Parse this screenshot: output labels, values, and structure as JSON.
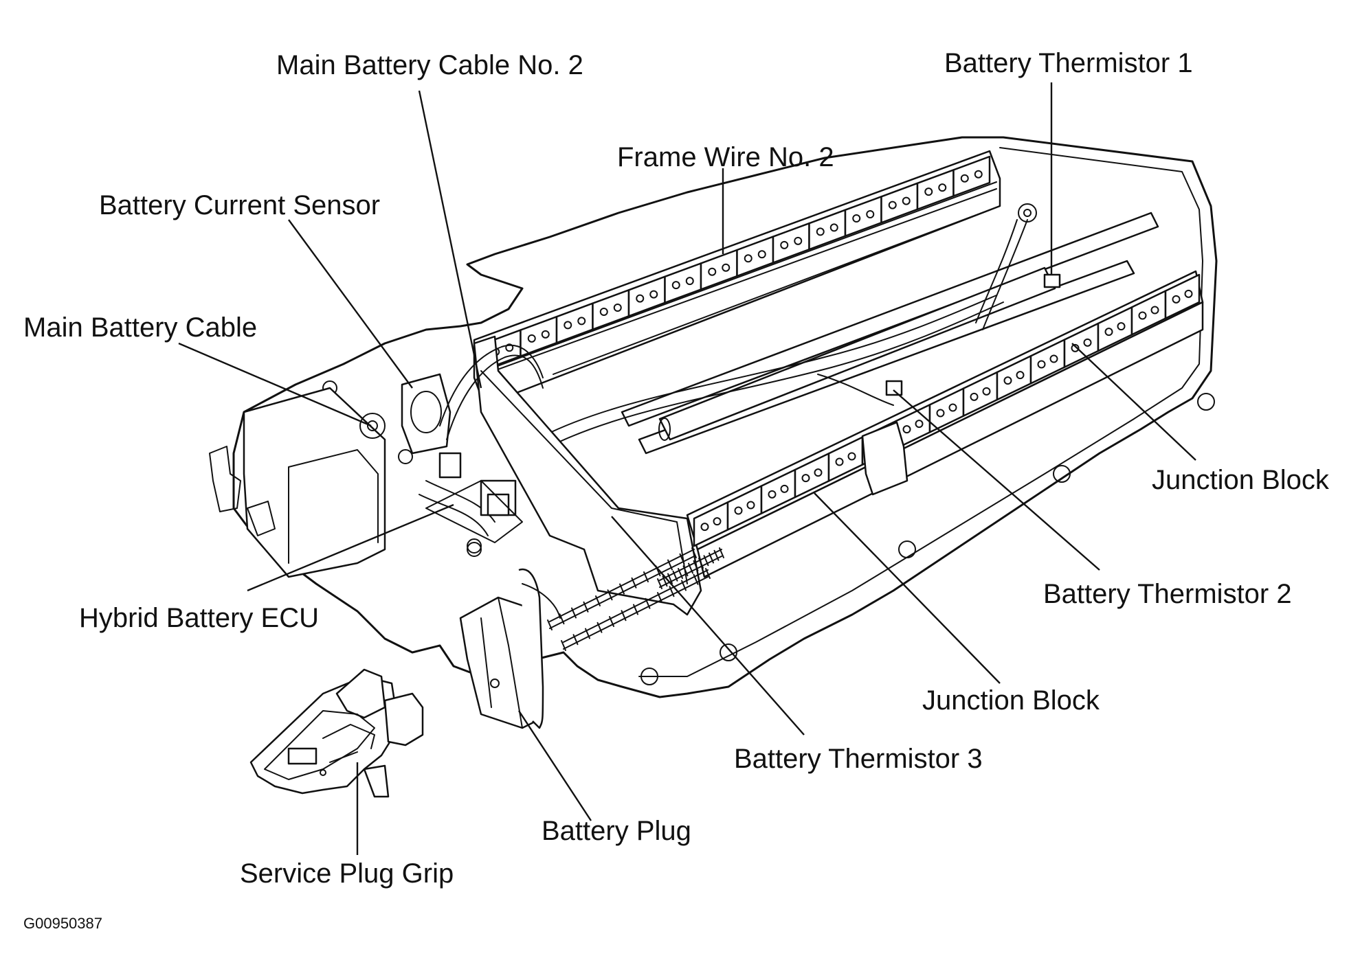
{
  "labels": {
    "main_battery_cable_no2": "Main Battery Cable No. 2",
    "battery_thermistor_1": "Battery Thermistor 1",
    "frame_wire_no2": "Frame Wire No. 2",
    "battery_current_sensor": "Battery Current Sensor",
    "main_battery_cable": "Main Battery Cable",
    "junction_block_right": "Junction Block",
    "battery_thermistor_2": "Battery Thermistor 2",
    "hybrid_battery_ecu": "Hybrid Battery ECU",
    "junction_block_center": "Junction Block",
    "battery_thermistor_3": "Battery Thermistor 3",
    "battery_plug": "Battery Plug",
    "service_plug_grip": "Service Plug Grip"
  },
  "figure_id": "G00950387"
}
